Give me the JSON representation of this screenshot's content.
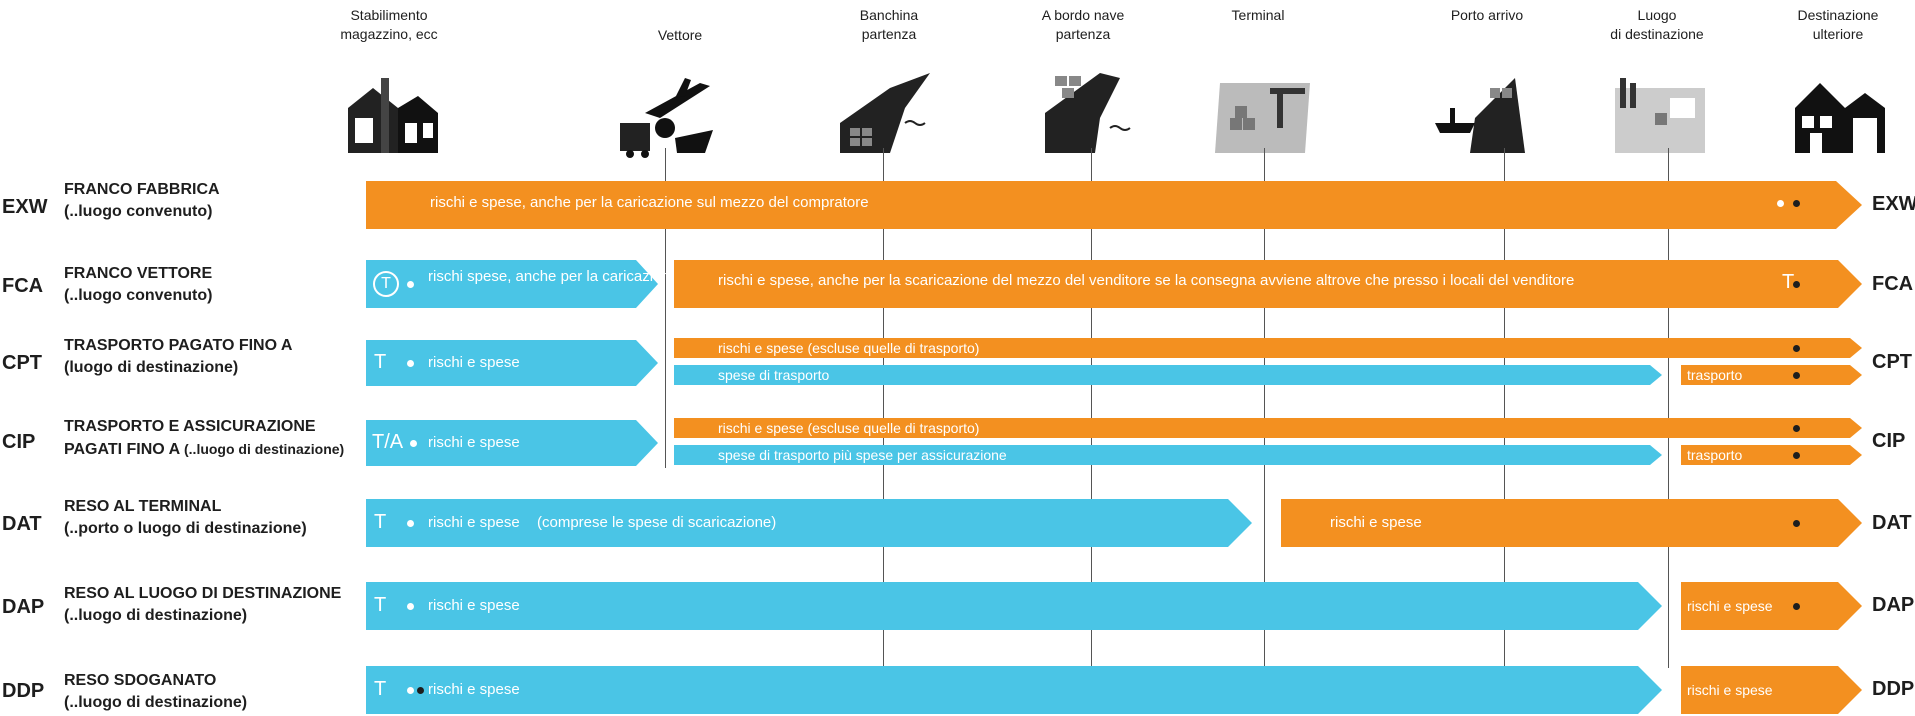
{
  "columns": [
    {
      "label": "Stabilimento\nmagazzino, ecc",
      "icon": "factory-icon"
    },
    {
      "label": "Vettore",
      "icon": "carrier-icon"
    },
    {
      "label": "Banchina\npartenza",
      "icon": "departure-quay-icon"
    },
    {
      "label": "A bordo nave\npartenza",
      "icon": "on-board-ship-icon"
    },
    {
      "label": "Terminal",
      "icon": "terminal-icon"
    },
    {
      "label": "Porto arrivo",
      "icon": "arrival-port-icon"
    },
    {
      "label": "Luogo\ndi destinazione",
      "icon": "destination-place-icon"
    },
    {
      "label": "Destinazione\nulteriore",
      "icon": "final-destination-house-icon"
    }
  ],
  "colors": {
    "seller": "#f39020",
    "buyer": "#4ac5e6",
    "line": "#555555"
  },
  "rows": [
    {
      "code": "EXW",
      "title": "FRANCO FABBRICA",
      "subtitle": "(..luogo convenuto)",
      "bars": [
        {
          "color": "seller",
          "text": "rischi e spese, anche per la caricazione sul mezzo del compratore"
        }
      ]
    },
    {
      "code": "FCA",
      "title": "FRANCO VETTORE",
      "subtitle": "(..luogo convenuto)",
      "bars": [
        {
          "color": "buyer",
          "mark": "T",
          "text": "rischi  spese, anche per la\ncaricazione se presso il venditore"
        },
        {
          "color": "seller",
          "mark": "T",
          "text": "rischi e spese, anche per la scaricazione del mezzo del venditore se la consegna avviene altrove che presso i locali del venditore"
        }
      ]
    },
    {
      "code": "CPT",
      "title": "TRASPORTO PAGATO FINO A",
      "subtitle": "(luogo di destinazione)",
      "bars": [
        {
          "color": "buyer",
          "mark": "T",
          "text": "rischi e spese"
        },
        {
          "color": "seller",
          "text": "rischi e spese (escluse quelle di trasporto)"
        },
        {
          "color": "buyer",
          "text": "spese di trasporto"
        },
        {
          "color": "seller",
          "text": "trasporto"
        }
      ]
    },
    {
      "code": "CIP",
      "title": "TRASPORTO E ASSICURAZIONE",
      "subtitle": "PAGATI FINO A",
      "subtitle_small": "(..luogo di destinazione)",
      "bars": [
        {
          "color": "buyer",
          "mark": "T/A",
          "text": "rischi e spese"
        },
        {
          "color": "seller",
          "text": "rischi e spese (escluse quelle di trasporto)"
        },
        {
          "color": "buyer",
          "text": "spese di trasporto più spese per assicurazione"
        },
        {
          "color": "seller",
          "text": "trasporto"
        }
      ]
    },
    {
      "code": "DAT",
      "title": "RESO AL TERMINAL",
      "subtitle": "(..porto o luogo di destinazione)",
      "bars": [
        {
          "color": "buyer",
          "mark": "T",
          "text": "rischi e spese",
          "extra": "(comprese le spese di scaricazione)"
        },
        {
          "color": "seller",
          "text": "rischi e spese"
        }
      ]
    },
    {
      "code": "DAP",
      "title": "RESO AL LUOGO DI DESTINAZIONE",
      "subtitle": "(..luogo di destinazione)",
      "bars": [
        {
          "color": "buyer",
          "mark": "T",
          "text": "rischi e spese"
        },
        {
          "color": "seller",
          "text": "rischi e spese"
        }
      ]
    },
    {
      "code": "DDP",
      "title": "RESO SDOGANATO",
      "subtitle": "(..luogo di destinazione)",
      "bars": [
        {
          "color": "buyer",
          "mark": "T",
          "text": "rischi e spese"
        },
        {
          "color": "seller",
          "text": "rischi e spese"
        }
      ]
    }
  ]
}
